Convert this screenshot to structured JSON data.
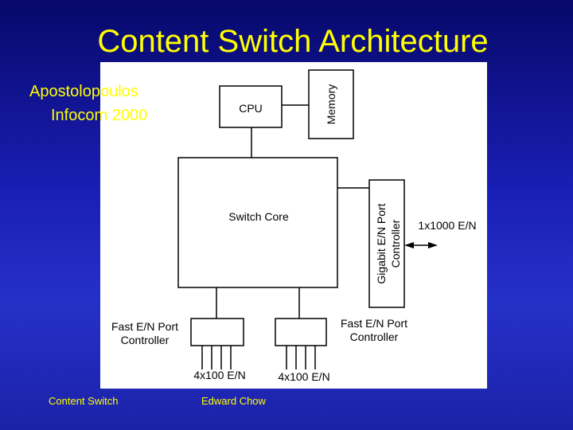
{
  "slide": {
    "title": "Content Switch Architecture",
    "citation_line1": "Apostolopoulos",
    "citation_line2": "Infocom 2000",
    "footer_left": "Content Switch",
    "footer_right": "Edward Chow"
  },
  "diagram": {
    "cpu": "CPU",
    "memory": "Memory",
    "switch_core": "Switch Core",
    "gigabit_line1": "Gigabit  E/N Port",
    "gigabit_line2": "Controller",
    "gigabit_link": "1x1000 E/N",
    "fast_left_line1": "Fast E/N Port",
    "fast_left_line2": "Controller",
    "fast_right_line1": "Fast E/N Port",
    "fast_right_line2": "Controller",
    "ports_left": "4x100 E/N",
    "ports_right": "4x100 E/N"
  }
}
